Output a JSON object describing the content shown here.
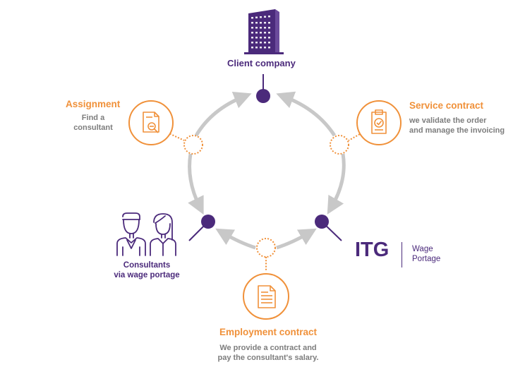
{
  "client": {
    "title": "Client company",
    "icon": "office-building-icon"
  },
  "assignment": {
    "title": "Assignment",
    "desc_line1": "Find a",
    "desc_line2": "consultant",
    "icon": "document-search-icon"
  },
  "service": {
    "title": "Service contract",
    "desc_line1": "we validate the order",
    "desc_line2": "and manage the invoicing",
    "icon": "clipboard-check-icon"
  },
  "consultants": {
    "label_line1": "Consultants",
    "label_line2": "via wage portage",
    "icon": "consultants-people-icon"
  },
  "itg": {
    "word": "ITG",
    "sub_line1": "Wage",
    "sub_line2": "Portage"
  },
  "employment": {
    "title": "Employment contract",
    "desc_line1": "We provide a contract and",
    "desc_line2": "pay the consultant's salary.",
    "icon": "document-lines-icon"
  },
  "colors": {
    "purple": "#4b2a7b",
    "orange": "#f0913a",
    "arrow_grey": "#c8c8c8",
    "text_grey": "#7d7d7d"
  }
}
